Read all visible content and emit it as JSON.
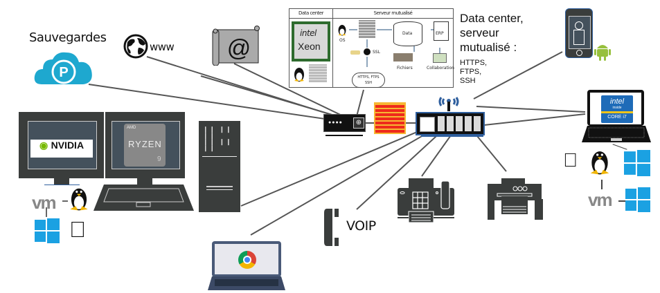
{
  "title": "Network infrastructure diagram",
  "labels": {
    "backups": "Sauvegardes",
    "www": "www",
    "email_symbol": "@",
    "voip": "VOIP",
    "datacenter_title": "Data center, serveur mutualisé :",
    "datacenter_title_lines": [
      "Data center,",
      "serveur",
      "mutualisé :"
    ],
    "datacenter_protocols": [
      "HTTPS,",
      "FTPS,",
      "SSH"
    ]
  },
  "datacenter_panel": {
    "left_header": "Data center",
    "right_header": "Serveur mutualisé",
    "cpu_brand": "intel",
    "cpu_model": "Xeon",
    "os_label": "OS",
    "ssl_label": "SSL",
    "data_label": "Data",
    "erp_label": "ERP",
    "files_label": "Fichiers",
    "collab_label": "Collaboration",
    "cloud_label_1": "HTTPS, FTPS",
    "cloud_label_2": "SSH"
  },
  "workstation": {
    "gpu_brand": "NVIDIA",
    "cpu_brand": "AMD",
    "cpu_model": "RYZEN",
    "cpu_tier": "9",
    "vm_label": "vm"
  },
  "laptop": {
    "cpu_brand": "intel",
    "cpu_badge": "inside",
    "cpu_model": "CORE i7",
    "vm_label": "vm"
  },
  "colors": {
    "line": "#555555",
    "device_dark": "#3a3d3c",
    "screen_blue": "#44515c",
    "firewall_red": "#ee2a1b",
    "firewall_mortar": "#f7b733",
    "switch_blue": "#2f5f9e",
    "cloud_backup": "#1ea8cf",
    "windows_blue": "#1ba1e2",
    "android_green": "#97c03d",
    "email_gray": "#aaaaaa"
  }
}
